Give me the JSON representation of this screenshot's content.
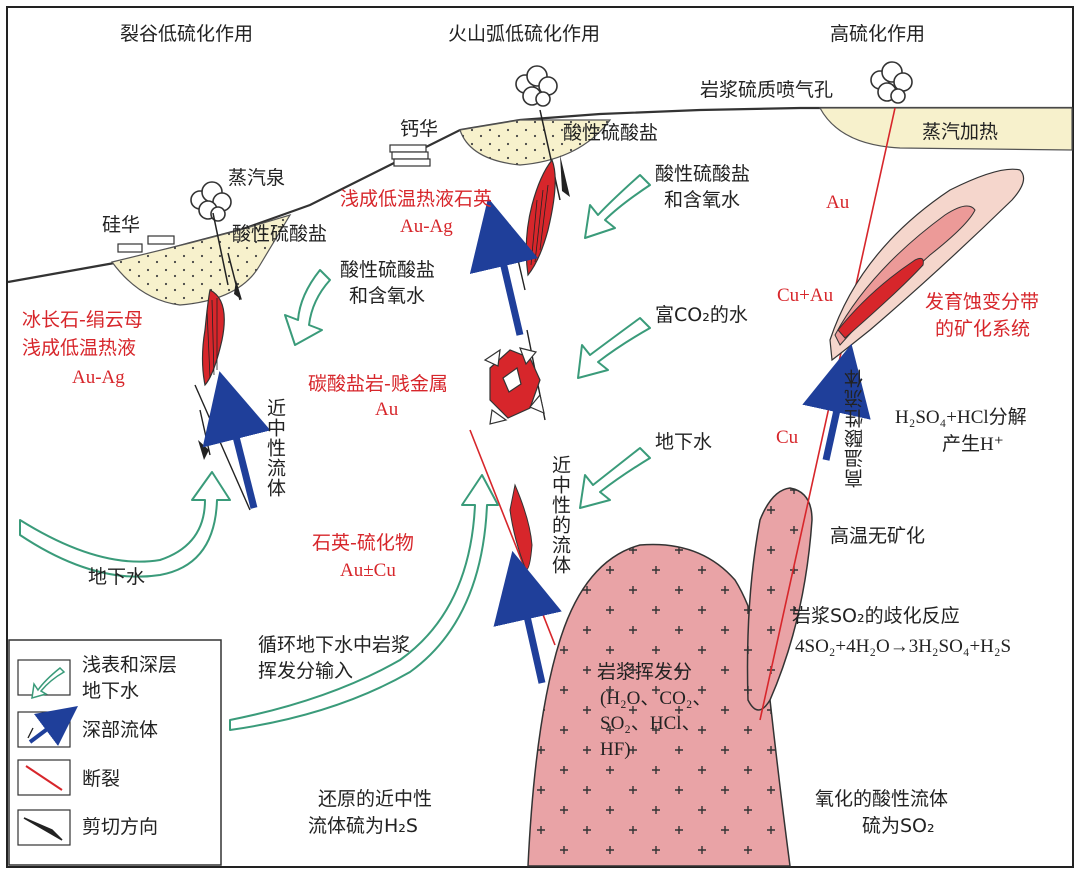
{
  "headers": {
    "rift": "裂谷低硫化作用",
    "arc": "火山弧低硫化作用",
    "high": "高硫化作用"
  },
  "surface": {
    "silica_sinter": "硅华",
    "steam_spring": "蒸汽泉",
    "acid_sulfate_left": "酸性硫酸盐",
    "calc_sinter": "钙华",
    "acid_sulfate_mid": "酸性硫酸盐",
    "fumarole": "岩浆硫质喷气孔",
    "steam_heated": "蒸汽加热"
  },
  "waters": {
    "acid_oxygen_left_1": "酸性硫酸盐",
    "acid_oxygen_left_2": "和含氧水",
    "acid_oxygen_mid_1": "酸性硫酸盐",
    "acid_oxygen_mid_2": "和含氧水",
    "co2_water": "富CO₂的水",
    "groundwater_mid": "地下水",
    "groundwater_left": "地下水",
    "recirc_1": "循环地下水中岩浆",
    "recirc_2": "挥发分输入"
  },
  "deposits": {
    "adularia_1": "冰长石-绢云母",
    "adularia_2": "浅成低温热液",
    "adularia_3": "Au-Ag",
    "epithermal_quartz_1": "浅成低温热液石英",
    "epithermal_quartz_2": "Au-Ag",
    "carbonate_1": "碳酸盐岩-贱金属",
    "carbonate_2": "Au",
    "quartz_sulfide_1": "石英-硫化物",
    "quartz_sulfide_2": "Au±Cu",
    "au": "Au",
    "cu_au": "Cu+Au",
    "cu": "Cu",
    "alteration_1": "发育蚀变分带",
    "alteration_2": "的矿化系统"
  },
  "fluids": {
    "near_neutral_left": "近中性流体",
    "near_neutral_mid": "近中性的流体",
    "high_temp_acid": "高温酸性流体"
  },
  "chemistry": {
    "h2so4_hcl_1": "H₂SO₄+HCl分解",
    "h2so4_hcl_2": "产生H⁺",
    "barren": "高温无矿化",
    "disproportionation_1": "岩浆SO₂的歧化反应",
    "reaction": "4SO₂+4H₂O→3H₂SO₄+H₂S",
    "volatiles_1": "岩浆挥发分",
    "volatiles_2": "(H₂O、CO₂、",
    "volatiles_3": "SO₂、HCl、",
    "volatiles_4": "HF)",
    "reduced_1": "还原的近中性",
    "reduced_2": "流体硫为H₂S",
    "oxidized_1": "氧化的酸性流体",
    "oxidized_2": "硫为SO₂"
  },
  "legend": {
    "items": [
      {
        "label_1": "浅表和深层",
        "label_2": "地下水"
      },
      {
        "label_1": "深部流体"
      },
      {
        "label_1": "断裂"
      },
      {
        "label_1": "剪切方向"
      }
    ]
  },
  "colors": {
    "groundwater_arrow": "#3a9b7a",
    "deep_fluid_arrow": "#1f3f9a",
    "fault": "#d7262b",
    "intrusion": "#e9a3a6",
    "sinter_fill": "#f5f0c8",
    "ore_body": "#d7262b"
  }
}
